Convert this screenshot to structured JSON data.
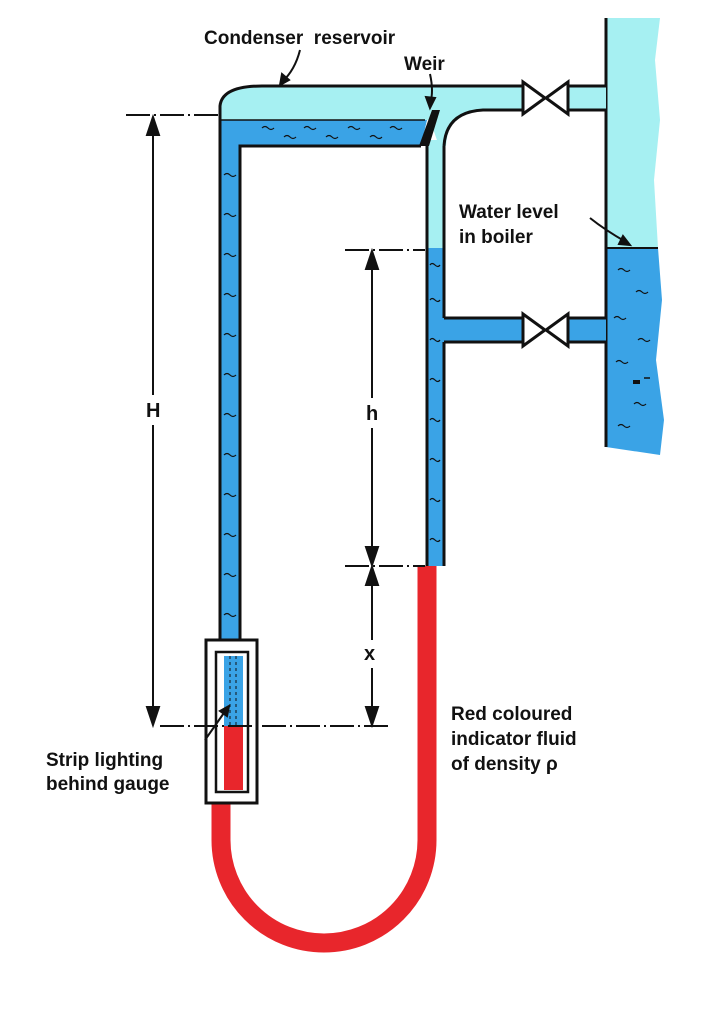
{
  "labels": {
    "condenser_reservoir": "Condenser  reservoir",
    "weir": "Weir",
    "water_level_line1": "Water level",
    "water_level_line2": "in boiler",
    "strip_line1": "Strip lighting",
    "strip_line2": "behind gauge",
    "red_line1": "Red coloured",
    "red_line2": "indicator fluid",
    "red_line3": "of density ρ"
  },
  "dimensions": {
    "H": "H",
    "h": "h",
    "x": "x"
  },
  "colors": {
    "water": "#3aa3e6",
    "steam": "#a6f0f2",
    "indicator": "#e8262c",
    "outline": "#111111"
  }
}
